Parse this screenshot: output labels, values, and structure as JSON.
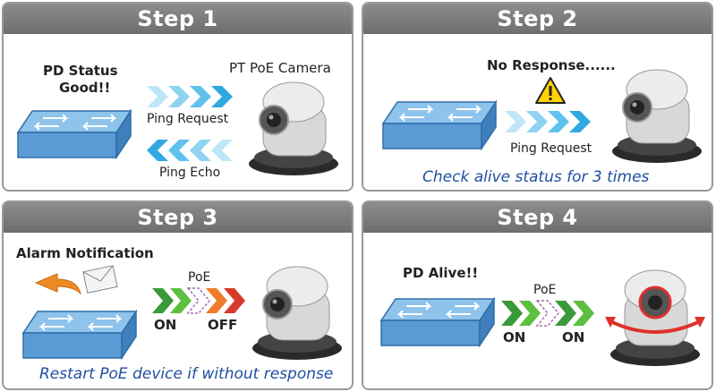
{
  "steps": [
    {
      "title": "Step 1",
      "status": [
        "PD Status",
        "Good!!"
      ],
      "device": "PT PoE Camera",
      "request_label": "Ping Request",
      "echo_label": "Ping Echo"
    },
    {
      "title": "Step 2",
      "alert": "No Response......",
      "request_label": "Ping Request",
      "note": "Check alive status for 3 times"
    },
    {
      "title": "Step 3",
      "alarm": "Alarm Notification",
      "poe_label": "PoE",
      "left_state": "ON",
      "right_state": "OFF",
      "note": "Restart PoE device if without response"
    },
    {
      "title": "Step 4",
      "status": "PD Alive!!",
      "poe_label": "PoE",
      "left_state": "ON",
      "right_state": "ON"
    }
  ],
  "colors": {
    "header": "#7d7d7d",
    "switch": "#5b9bd5",
    "ping": "#3fb6e8",
    "green": "#3a9a3a",
    "red": "#d63a2a",
    "note": "#1f4fa3"
  }
}
